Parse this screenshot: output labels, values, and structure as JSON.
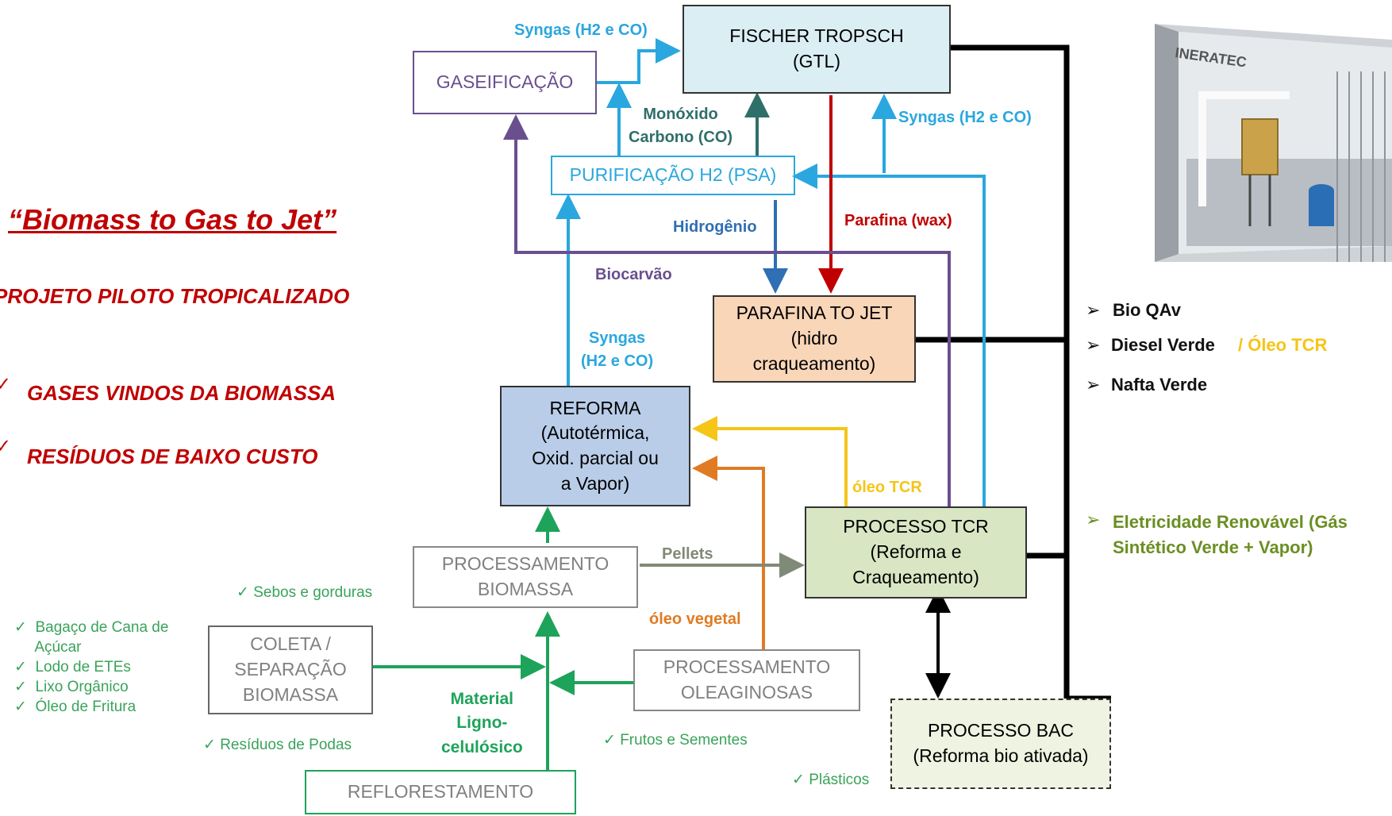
{
  "left_panel": {
    "title": "“Biomass to Gas to Jet”",
    "line1": "PROJETO PILOTO TROPICALIZADO",
    "line2": "GASES VINDOS DA BIOMASSA",
    "line3": "RESÍDUOS DE BAIXO CUSTO",
    "check": "✓"
  },
  "boxes": {
    "fischer": "FISCHER TROPSCH\n(GTL)",
    "gaseificacao": "GASEIFICAÇÃO",
    "purificacao": "PURIFICAÇÃO H2 (PSA)",
    "parafina": "PARAFINA TO JET\n(hidro\ncraqueamento)",
    "reforma": "REFORMA\n(Autotérmica,\nOxid. parcial ou\na Vapor)",
    "tcr": "PROCESSO TCR\n(Reforma e\nCraqueamento)",
    "proc_biomassa": "PROCESSAMENTO\nBIOMASSA",
    "coleta": "COLETA /\nSEPARAÇÃO\nBIOMASSA",
    "proc_oleaginosas": "PROCESSAMENTO\nOLEAGINOSAS",
    "bac": "PROCESSO BAC\n(Reforma bio ativada)",
    "reflorestamento": "REFLORESTAMENTO"
  },
  "labels": {
    "syngas_top": "Syngas (H2 e CO)",
    "syngas_right": "Syngas (H2 e CO)",
    "monoxido": "Monóxido\nCarbono (CO)",
    "hidrogenio": "Hidrogênio",
    "parafina_wax": "Parafina (wax)",
    "biocarvao": "Biocarvão",
    "syngas_mid": "Syngas\n(H2 e CO)",
    "oleo_tcr": "óleo TCR",
    "pellets": "Pellets",
    "oleo_vegetal": "óleo vegetal",
    "material": "Material\nLigno-\ncelulósico"
  },
  "inputs": {
    "sebos": "✓  Sebos e gorduras",
    "biomass_list": "✓  Bagaço de Cana de\n     Açúcar\n✓  Lodo de ETEs\n✓  Lixo Orgânico\n✓  Óleo de Fritura",
    "residuos": "✓  Resíduos de Podas",
    "frutos": "✓  Frutos e Sementes",
    "plasticos": "✓  Plásticos"
  },
  "outputs": {
    "arrow": "➢",
    "bio_qav": "Bio QAv",
    "diesel": "Diesel Verde",
    "oleo_tcr_out": "/ Óleo TCR",
    "nafta": "Nafta Verde",
    "eletricidade": "Eletricidade Renovável (Gás\nSintético Verde + Vapor)"
  },
  "container": {
    "brand": "INERATEC"
  },
  "colors": {
    "cyan": "#2aa7de",
    "teal": "#2f6f6a",
    "blue": "#2f6fb3",
    "red": "#c00000",
    "purple": "#6a4f8f",
    "yellow": "#f5c518",
    "orange": "#e07b24",
    "green": "#1ea35a",
    "gray": "#808a78",
    "black": "#000000"
  }
}
